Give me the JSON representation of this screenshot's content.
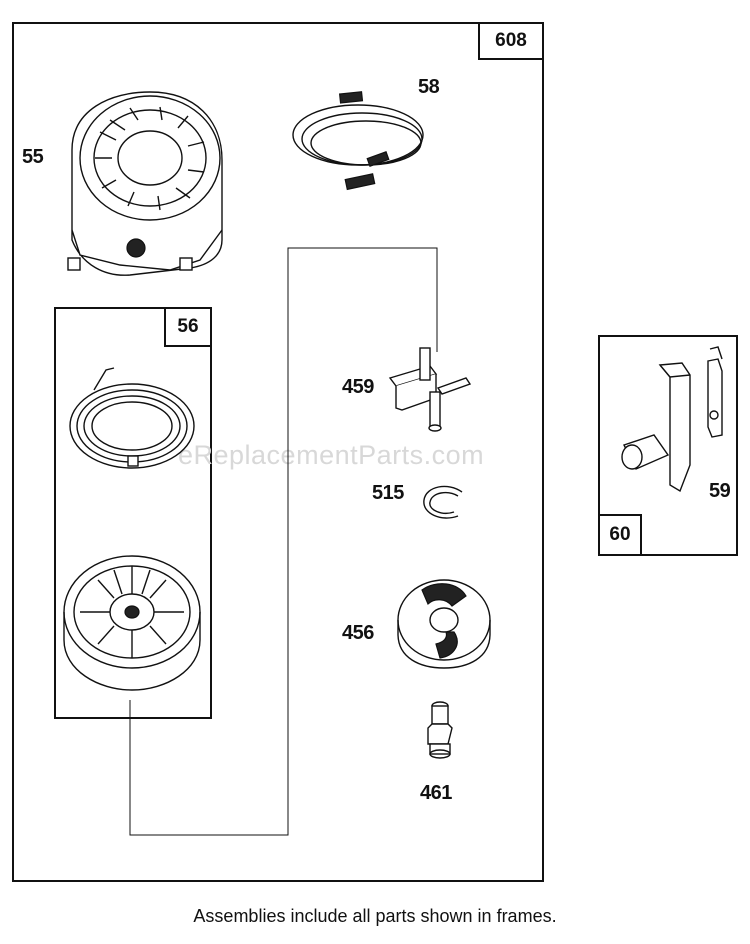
{
  "frames": {
    "main_tag": "608",
    "recoil_tag": "56",
    "side_tag": "60"
  },
  "parts": {
    "p55": "55",
    "p58": "58",
    "p459": "459",
    "p515": "515",
    "p456": "456",
    "p461": "461",
    "p59": "59"
  },
  "watermark": "eReplacementParts.com",
  "caption": "Assemblies include all parts shown in frames."
}
